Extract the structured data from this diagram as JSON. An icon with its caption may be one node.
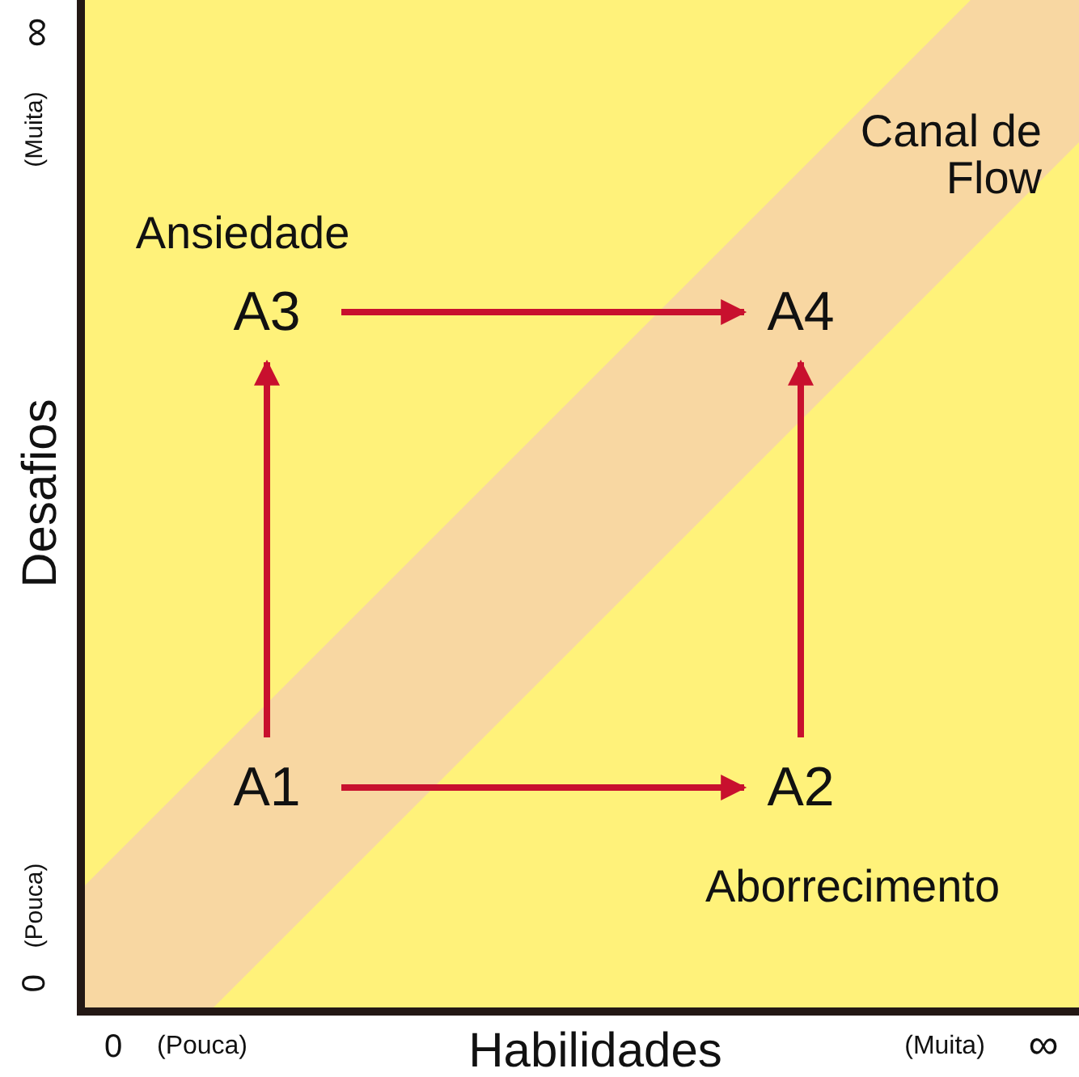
{
  "diagram": {
    "nodes": [
      {
        "text": [
          "A3"
        ]
      },
      {
        "text": [
          "A4"
        ]
      },
      {
        "text": [
          "A1"
        ]
      },
      {
        "text": [
          "A2"
        ]
      }
    ],
    "edges": [
      {
        "from": 2,
        "to": 0,
        "arrow": "to"
      },
      {
        "from": 0,
        "to": 1,
        "arrow": "to"
      },
      {
        "from": 2,
        "to": 3,
        "arrow": "to"
      },
      {
        "from": 3,
        "to": 1,
        "arrow": "to"
      }
    ],
    "labels": [
      "∞",
      "(Muita)",
      "Desafios",
      "(Pouca)",
      "0",
      "Canal de Flow",
      "Ansiedade",
      "Aborrecimento",
      "0",
      "(Pouca)",
      "Habilidades",
      "(Muita)",
      "∞"
    ]
  }
}
